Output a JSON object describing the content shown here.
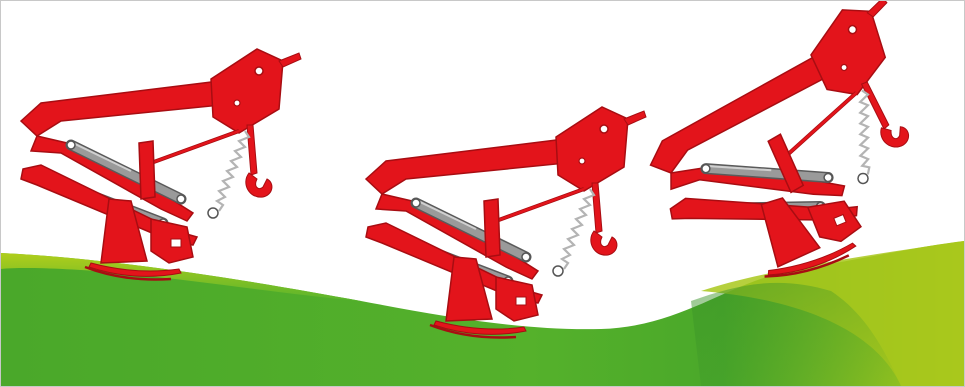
{
  "illustration": {
    "subject": "three-position-mower-suspension",
    "colors": {
      "frame_red": "#e3141b",
      "frame_red_dark": "#a80d12",
      "cylinder_grey": "#8c8c8c",
      "cylinder_light": "#c8c8c8",
      "spring_grey": "#b4b4b4",
      "ground_dark_green": "#3f9a2a",
      "ground_green": "#5ab52c",
      "ground_light_green": "#a8c81c",
      "background": "#ffffff"
    },
    "units": [
      {
        "name": "mower-unit-left",
        "icon": "mower-suspension-icon"
      },
      {
        "name": "mower-unit-middle",
        "icon": "mower-suspension-icon"
      },
      {
        "name": "mower-unit-right",
        "icon": "mower-suspension-icon"
      }
    ]
  }
}
